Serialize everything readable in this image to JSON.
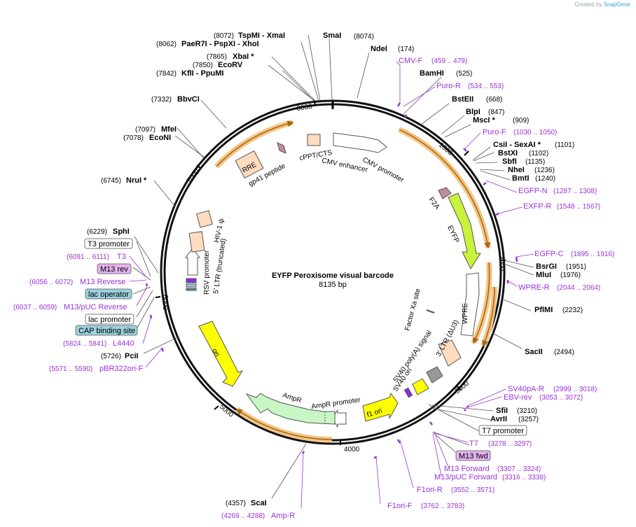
{
  "credit": {
    "prefix": "Created by",
    "brand": "SnapGene"
  },
  "plasmid": {
    "name": "EYFP Peroxisome visual barcode",
    "length": "8135 bp"
  },
  "ticks": [
    "1000",
    "2000",
    "3000",
    "4000",
    "5000",
    "6000",
    "7000",
    "8000"
  ],
  "enzymes": [
    {
      "name": "SmaI",
      "pos": "(8074)"
    },
    {
      "name": "NdeI",
      "pos": "(174)"
    },
    {
      "name": "BamHI",
      "pos": "(525)"
    },
    {
      "name": "BstEII",
      "pos": "(668)"
    },
    {
      "name": "BlpI",
      "pos": "(847)"
    },
    {
      "name": "MscI *",
      "pos": "(909)"
    },
    {
      "name": "CsiI - SexAI *",
      "pos": "(1101)"
    },
    {
      "name": "BstXI",
      "pos": "(1102)"
    },
    {
      "name": "SbfI",
      "pos": "(1135)"
    },
    {
      "name": "NheI",
      "pos": "(1236)"
    },
    {
      "name": "BmtI",
      "pos": "(1240)"
    },
    {
      "name": "BsrGI",
      "pos": "(1951)"
    },
    {
      "name": "MluI",
      "pos": "(1976)"
    },
    {
      "name": "PflMI",
      "pos": "(2232)"
    },
    {
      "name": "SacII",
      "pos": "(2494)"
    },
    {
      "name": "SfiI",
      "pos": "(3210)"
    },
    {
      "name": "AvrII",
      "pos": "(3257)"
    },
    {
      "name": "ScaI",
      "pos": "(4357)"
    },
    {
      "name": "PciI",
      "pos": "(5726)"
    },
    {
      "name": "SphI",
      "pos": "(6229)"
    },
    {
      "name": "NruI *",
      "pos": "(6745)"
    },
    {
      "name": "EcoNI",
      "pos": "(7078)"
    },
    {
      "name": "MfeI",
      "pos": "(7097)"
    },
    {
      "name": "BbvCI",
      "pos": "(7332)"
    },
    {
      "name": "KflI - PpuMI",
      "pos": "(7842)"
    },
    {
      "name": "EcoRV",
      "pos": "(7850)"
    },
    {
      "name": "XbaI *",
      "pos": "(7865)"
    },
    {
      "name": "PaeR7I - PspXI - XhoI",
      "pos": "(8062)"
    },
    {
      "name": "TspMI - XmaI",
      "pos": "(8072)"
    }
  ],
  "primers": [
    {
      "name": "CMV-F",
      "range": "(459 .. 479)"
    },
    {
      "name": "Puro-R",
      "range": "(534 .. 553)"
    },
    {
      "name": "Puro-F",
      "range": "(1030 .. 1050)"
    },
    {
      "name": "EGFP-N",
      "range": "(1287 .. 1308)"
    },
    {
      "name": "EXFP-R",
      "range": "(1548 .. 1567)"
    },
    {
      "name": "EGFP-C",
      "range": "(1895 .. 1916)"
    },
    {
      "name": "WPRE-R",
      "range": "(2044 .. 2064)"
    },
    {
      "name": "SV40pA-R",
      "range": "(2999 .. 3018)"
    },
    {
      "name": "EBV-rev",
      "range": "(3053 .. 3072)"
    },
    {
      "name": "T7",
      "range": "(3278 .. 3297)"
    },
    {
      "name": "M13 Forward",
      "range": "(3307 .. 3324)"
    },
    {
      "name": "M13/pUC Forward",
      "range": "(3316 .. 3338)"
    },
    {
      "name": "F1ori-R",
      "range": "(3552 .. 3571)"
    },
    {
      "name": "F1ori-F",
      "range": "(3762 .. 3783)"
    },
    {
      "name": "Amp-R",
      "range": "(4269 .. 4288)"
    },
    {
      "name": "pBR322ori-F",
      "range": "(5571 .. 5590)"
    },
    {
      "name": "L4440",
      "range": "(5824 .. 5841)"
    },
    {
      "name": "M13/pUC Reverse",
      "range": "(6037 .. 6059)"
    },
    {
      "name": "M13 Reverse",
      "range": "(6056 .. 6072)"
    },
    {
      "name": "T3",
      "range": "(6091 .. 6111)"
    }
  ],
  "boxed_labels": {
    "t7_promoter": "T7 promoter",
    "m13_fwd": "M13 fwd",
    "t3_promoter": "T3 promoter",
    "m13_rev": "M13 rev",
    "lac_operator": "lac operator",
    "lac_promoter": "lac promoter",
    "cap_site": "CAP binding site"
  },
  "features": {
    "rre": "RRE",
    "gp41": "gp41 peptide",
    "cppt": "cPPT/CTS",
    "cmv_enh": "CMV enhancer",
    "cmv_prom": "CMV promoter",
    "f2a": "F2A",
    "eyfp": "EYFP",
    "wpre": "WPRE",
    "factor_xa": "Factor Xa site",
    "ltr3": "3' LTR (ΔU3)",
    "sv40_polya": "SV40 poly(A) signal",
    "sv40_ori": "SV40 ori",
    "f1_ori": "f1 ori",
    "ampr": "AmpR",
    "ampr_prom": "AmpR promoter",
    "ori": "ori",
    "rsv_prom": "RSV promoter",
    "ltr5": "5' LTR (truncated)",
    "hiv_psi": "HIV-1 ψ"
  },
  "colors": {
    "primer": "#9b30d9",
    "orf_highlight": "#f6c47f",
    "orf_line": "#a0641a",
    "eyfp": "#c8f23c",
    "ampr": "#c8f7c5",
    "ori": "#ffff00",
    "ltr": "#fddcc0",
    "grey": "#999999",
    "lac_box": "#9bd0dc",
    "m13_box": "#e3b2f0"
  }
}
